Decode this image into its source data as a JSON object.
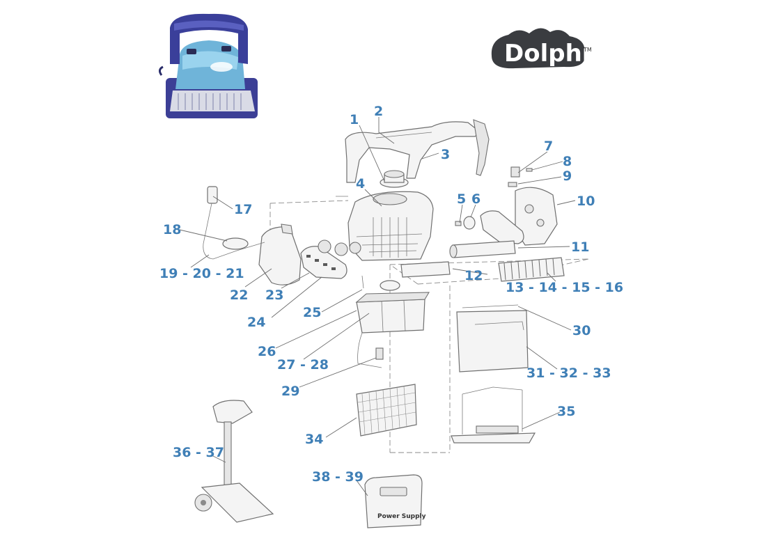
{
  "brand": {
    "name": "Dolphin",
    "trademark": "TM"
  },
  "power_supply_label": "Power Supply",
  "callouts": [
    "1",
    "2",
    "3",
    "4",
    "5",
    "6",
    "7",
    "8",
    "9",
    "10",
    "11",
    "12",
    "13 - 14 - 15 - 16",
    "17",
    "18",
    "19 - 20 - 21",
    "22",
    "23",
    "24",
    "25",
    "26",
    "27 - 28",
    "29",
    "30",
    "31 - 32 - 33",
    "34",
    "35",
    "36 - 37",
    "38 - 39"
  ],
  "colors": {
    "callout": "#3f7fb6",
    "logo_dark": "#3a3c40",
    "robot_body": "#3a3f9a",
    "robot_top": "#7fc4e6"
  }
}
